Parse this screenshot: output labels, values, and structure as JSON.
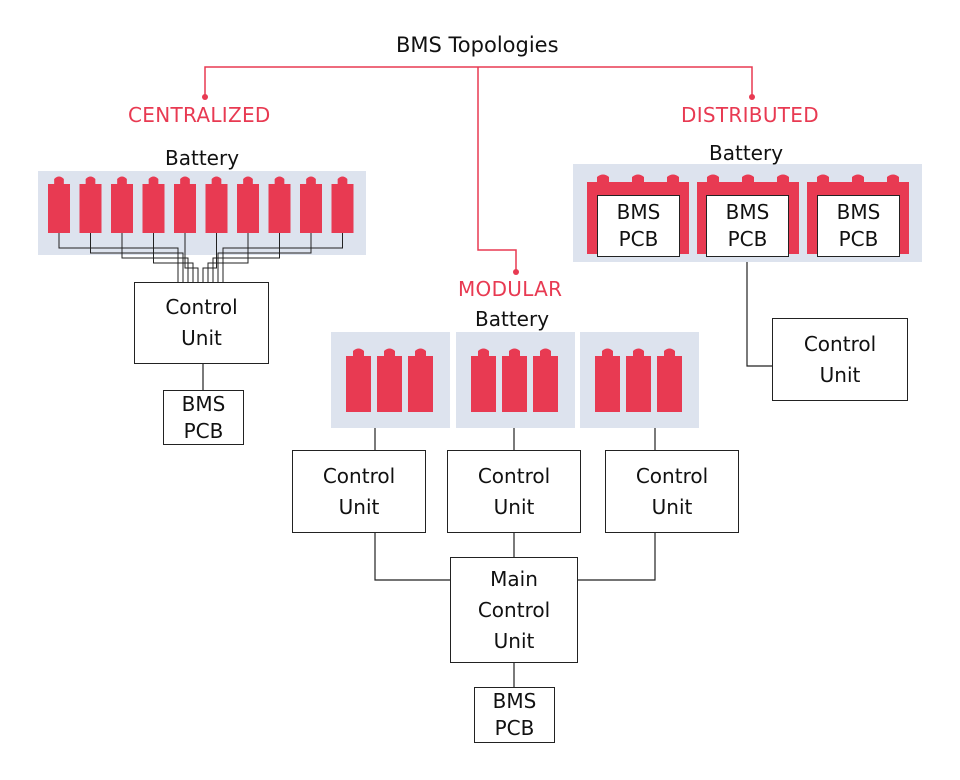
{
  "title": "BMS Topologies",
  "colors": {
    "accent": "#e83a52",
    "panel": "#dde3ee",
    "line": "#222222"
  },
  "centralized": {
    "label": "CENTRALIZED",
    "battery_label": "Battery",
    "cell_count": 10,
    "control_unit": [
      "Control",
      "Unit"
    ],
    "bms_pcb": [
      "BMS",
      "PCB"
    ]
  },
  "modular": {
    "label": "MODULAR",
    "battery_label": "Battery",
    "modules": [
      {
        "cells": 3,
        "control_unit": [
          "Control",
          "Unit"
        ]
      },
      {
        "cells": 3,
        "control_unit": [
          "Control",
          "Unit"
        ]
      },
      {
        "cells": 3,
        "control_unit": [
          "Control",
          "Unit"
        ]
      }
    ],
    "main_control_unit": [
      "Main",
      "Control",
      "Unit"
    ],
    "bms_pcb": [
      "BMS",
      "PCB"
    ]
  },
  "distributed": {
    "label": "DISTRIBUTED",
    "battery_label": "Battery",
    "modules": [
      {
        "bms_pcb": [
          "BMS",
          "PCB"
        ]
      },
      {
        "bms_pcb": [
          "BMS",
          "PCB"
        ]
      },
      {
        "bms_pcb": [
          "BMS",
          "PCB"
        ]
      }
    ],
    "control_unit": [
      "Control",
      "Unit"
    ]
  }
}
